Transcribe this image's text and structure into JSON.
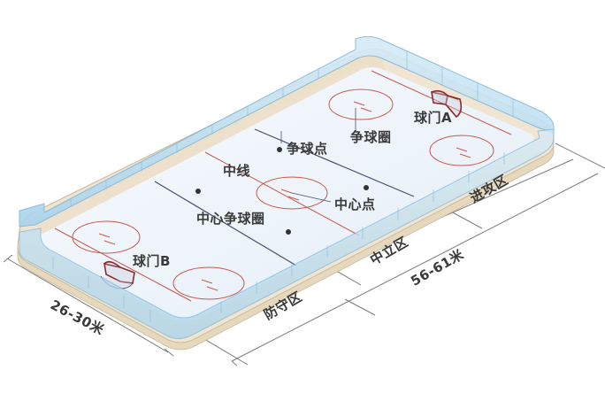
{
  "diagram": {
    "type": "ice-hockey-rink",
    "colors": {
      "ice": "#eef4fa",
      "glass": "#bcdff2",
      "glass_edge": "#7fb6d8",
      "board": "#ede2cf",
      "red_line": "#c8584a",
      "blue_line": "#4a4f6e",
      "goal": "#8a2a2a",
      "label": "#3a3a3a",
      "dim_line": "#777777"
    },
    "labels": {
      "goal_a": "球门A",
      "goal_b": "球门B",
      "faceoff_circle": "争球圈",
      "faceoff_spot": "争球点",
      "center_line": "中线",
      "center_spot": "中心点",
      "center_faceoff_circle": "中心争球圈",
      "defending_zone": "防守区",
      "neutral_zone": "中立区",
      "attacking_zone": "进攻区",
      "length": "56-61米",
      "width": "26-30米"
    }
  }
}
